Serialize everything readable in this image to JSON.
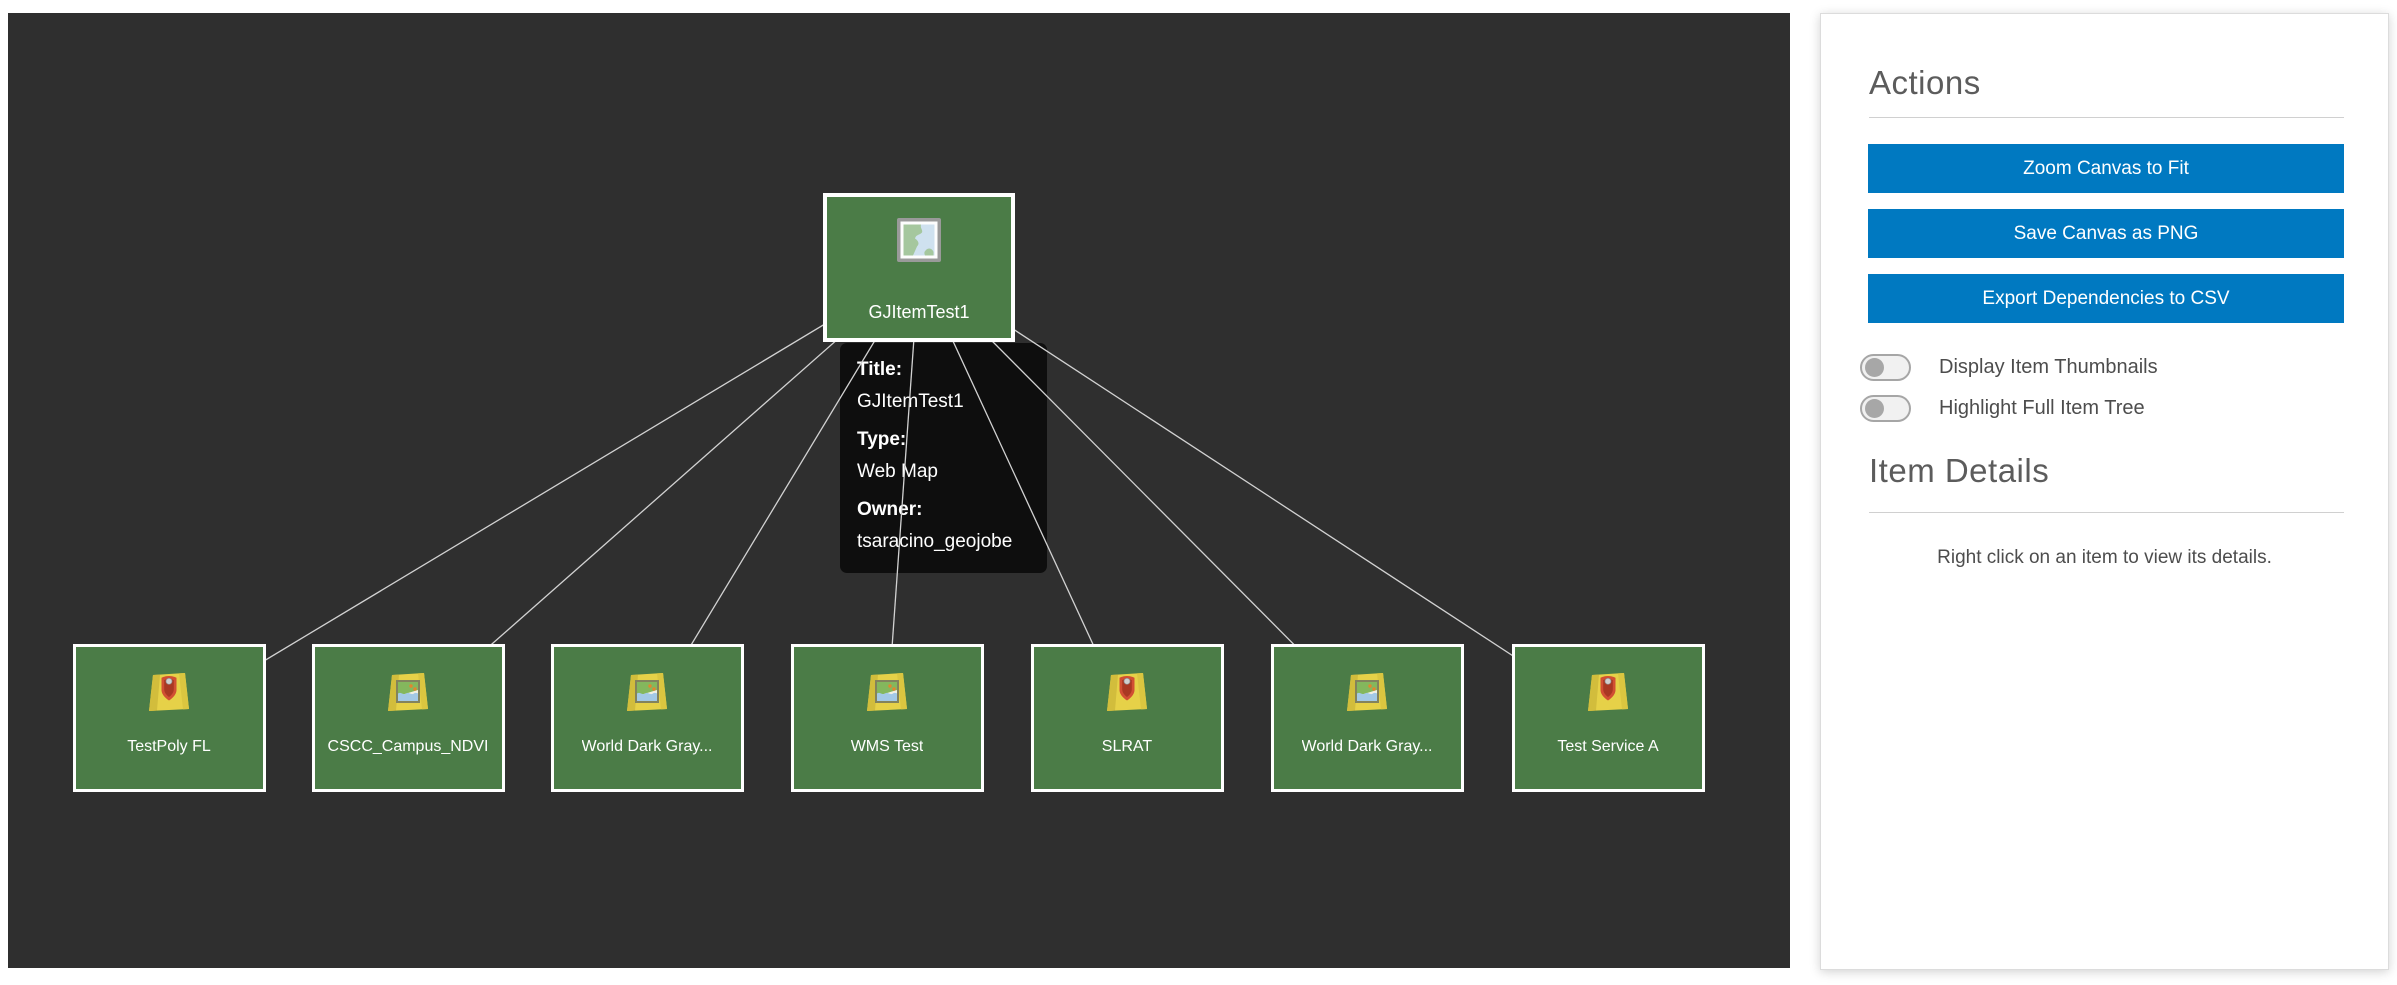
{
  "colors": {
    "accent": "#0079c1",
    "node_fill": "#4b7c47",
    "canvas_bg": "#2f2f2f",
    "edge": "#d2d2d2"
  },
  "canvas": {
    "root": {
      "label": "GJItemTest1",
      "icon": "web-map-icon"
    },
    "children": [
      {
        "label": "TestPoly FL",
        "icon": "feature-layer-icon"
      },
      {
        "label": "CSCC_Campus_NDVI",
        "icon": "map-layer-icon"
      },
      {
        "label": "World Dark Gray...",
        "icon": "map-layer-icon"
      },
      {
        "label": "WMS Test",
        "icon": "map-layer-icon"
      },
      {
        "label": "SLRAT",
        "icon": "feature-layer-icon"
      },
      {
        "label": "World Dark Gray...",
        "icon": "map-layer-icon"
      },
      {
        "label": "Test Service A",
        "icon": "feature-layer-icon"
      }
    ],
    "tooltip": {
      "title_label": "Title:",
      "title_value": "GJItemTest1",
      "type_label": "Type:",
      "type_value": "Web Map",
      "owner_label": "Owner:",
      "owner_value": "tsaracino_geojobe"
    }
  },
  "sidebar": {
    "actions_title": "Actions",
    "buttons": [
      {
        "name": "zoom-canvas-to-fit-button",
        "label": "Zoom Canvas to Fit"
      },
      {
        "name": "save-canvas-as-png-button",
        "label": "Save Canvas as PNG"
      },
      {
        "name": "export-dependencies-to-csv-button",
        "label": "Export Dependencies to CSV"
      }
    ],
    "toggles": [
      {
        "name": "display-item-thumbnails-toggle",
        "label": "Display Item Thumbnails",
        "state": "off"
      },
      {
        "name": "highlight-full-item-tree-toggle",
        "label": "Highlight Full Item Tree",
        "state": "off"
      }
    ],
    "item_details_title": "Item Details",
    "item_details_hint": "Right click on an item to view its details."
  }
}
